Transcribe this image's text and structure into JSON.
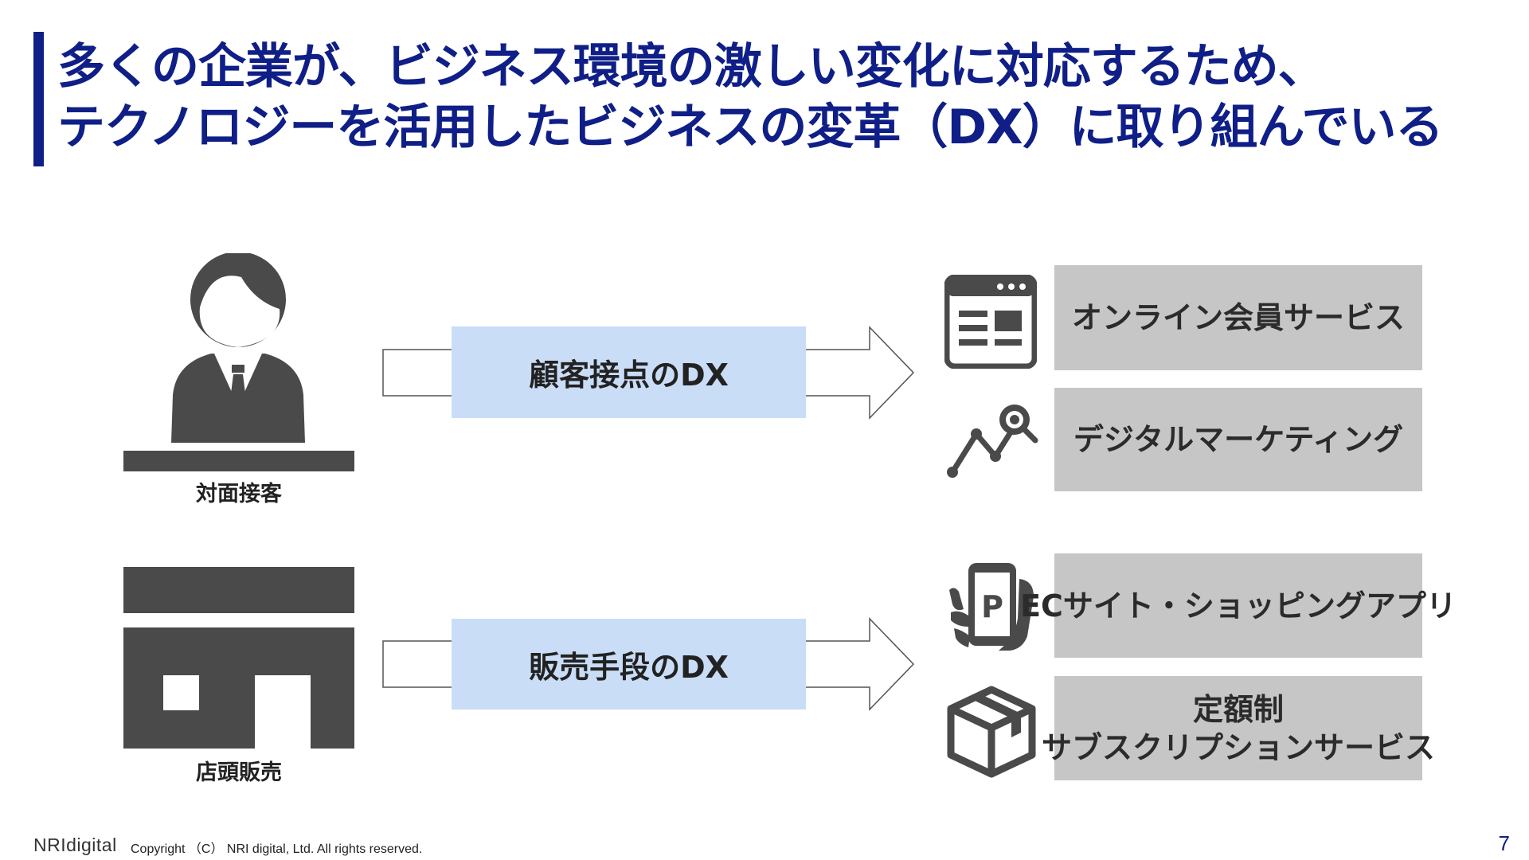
{
  "title": {
    "line1": "多くの企業が、ビジネス環境の激しい変化に対応するため、",
    "line2": "テクノロジーを活用したビジネスの変革（DX）に取り組んでいる"
  },
  "rows": [
    {
      "source_label": "対面接客",
      "source_icon": "businessman-at-desk-icon",
      "dx_label": "顧客接点のDX",
      "services": [
        {
          "lines": [
            "オンライン会員サービス"
          ],
          "icon": "browser-window-icon"
        },
        {
          "lines": [
            "デジタルマーケティング"
          ],
          "icon": "analytics-chart-search-icon"
        }
      ]
    },
    {
      "source_label": "店頭販売",
      "source_icon": "storefront-icon",
      "dx_label": "販売手段のDX",
      "services": [
        {
          "lines": [
            "ECサイト・ショッピングアプリ"
          ],
          "icon": "smartphone-payment-icon"
        },
        {
          "lines": [
            "定額制",
            "サブスクリプションサービス"
          ],
          "icon": "package-box-icon"
        }
      ]
    }
  ],
  "footer": {
    "logo": "NRIdigital",
    "copyright": "Copyright （C） NRI digital, Ltd. All rights reserved.",
    "page_number": "7"
  },
  "colors": {
    "title": "#0f1f87",
    "dx_box": "#c9ddf7",
    "service_box": "#c6c6c6",
    "icon": "#4a4a4a"
  }
}
